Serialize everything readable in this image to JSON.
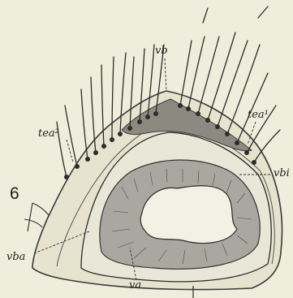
{
  "figure": {
    "number": "6",
    "labels": {
      "vb": "vb",
      "tea1": "tea¹",
      "tea2": "tea²",
      "vbi": "vbi",
      "vba": "vba",
      "va": "va"
    }
  }
}
